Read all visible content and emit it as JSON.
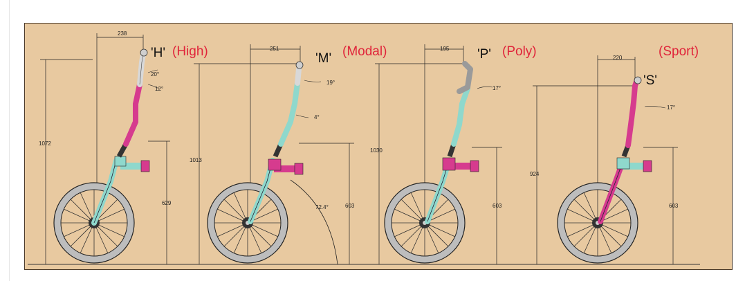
{
  "colors": {
    "background": "#e8c9a0",
    "magenta": "#d63b8e",
    "teal": "#8fd8cc",
    "red_label": "#e0243a",
    "grey_bar": "#9a9a9a",
    "silver": "#d8d8d8"
  },
  "variants": [
    {
      "code": "'H'",
      "name": "(High)",
      "reach": "238",
      "height": "1072",
      "lower_height": "629",
      "angle_top": "20°",
      "angle_bottom": "12°",
      "upper_color": "silver",
      "stem_color": "magenta",
      "fork_color": "teal"
    },
    {
      "code": "'M'",
      "name": "(Modal)",
      "reach": "251",
      "height": "1013",
      "lower_height": "603",
      "angle_top": "19°",
      "angle_bottom": "4°",
      "head_angle": "72.4°",
      "upper_color": "silver",
      "stem_color": "teal",
      "fork_color": "magenta"
    },
    {
      "code": "'P'",
      "name": "(Poly)",
      "reach": "195",
      "height": "1030",
      "lower_height": "603",
      "angle_top": "17°",
      "upper_color": "grey",
      "stem_color": "teal",
      "fork_color": "magenta"
    },
    {
      "code": "'S'",
      "name": "(Sport)",
      "reach": "220",
      "height": "924",
      "lower_height": "603",
      "angle_top": "17°",
      "upper_color": "magenta",
      "stem_color": "magenta",
      "fork_color": "magenta"
    }
  ]
}
